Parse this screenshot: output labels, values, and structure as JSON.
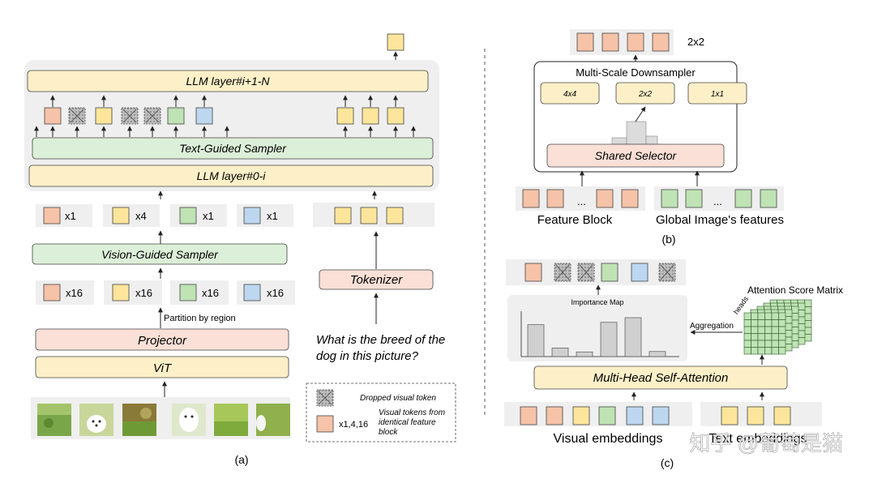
{
  "panel_a": {
    "llm_top": "LLM layer#i+1-N",
    "text_sampler": "Text-Guided Sampler",
    "llm_bottom": "LLM layer#0-i",
    "counts_after": [
      "x1",
      "x4",
      "x1",
      "x1"
    ],
    "vision_sampler": "Vision-Guided Sampler",
    "counts_before": [
      "x16",
      "x16",
      "x16",
      "x16"
    ],
    "partition_label": "Partition by region",
    "projector": "Projector",
    "vit": "ViT",
    "tokenizer": "Tokenizer",
    "question": [
      "What is the breed of the",
      "dog in this picture?"
    ],
    "legend_dropped": "Dropped visual token",
    "legend_count": "x1,4,16",
    "legend_identical": [
      "Visual tokens from",
      "identical feature",
      "block"
    ],
    "caption": "(a)"
  },
  "panel_b": {
    "count_label": "2x2",
    "downsampler_title": "Multi-Scale Downsampler",
    "scales": [
      "4x4",
      "2x2",
      "1x1"
    ],
    "shared_selector": "Shared Selector",
    "ellipsis": "...",
    "feature_block": "Feature Block",
    "global_features": "Global Image's features",
    "caption": "(b)"
  },
  "panel_c": {
    "importance_map": "Importance Map",
    "importance_values": [
      0.82,
      0.22,
      0.12,
      0.88,
      1.0,
      0.13
    ],
    "aggregation": "Aggregation",
    "attention_matrix": "Attention Score Matrix",
    "heads": "heads",
    "mhsa": "Multi-Head Self-Attention",
    "visual_embeddings": "Visual embeddings",
    "text_embeddings": "Text embeddings",
    "caption": "(c)"
  },
  "watermark": "知乎 @葡萄是猫",
  "colors": {
    "orange_token": "#f6c3a8",
    "yellow_token": "#fde69b",
    "green_token": "#bfe3b4",
    "blue_token": "#bcd7ef",
    "yellow_bar": "#fdf0c8",
    "green_bar": "#dcefd8",
    "pink_bar": "#fae0d6",
    "panel_bg": "#efefef"
  }
}
